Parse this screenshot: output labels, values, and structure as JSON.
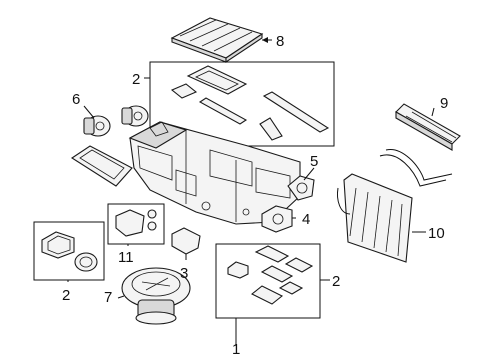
{
  "diagram": {
    "callouts": {
      "c1": "1",
      "c2_top": "2",
      "c2_bottom_right": "2",
      "c2_bottom_left": "2",
      "c3": "3",
      "c4": "4",
      "c5": "5",
      "c6": "6",
      "c7": "7",
      "c8": "8",
      "c9": "9",
      "c10": "10",
      "c11": "11"
    }
  }
}
